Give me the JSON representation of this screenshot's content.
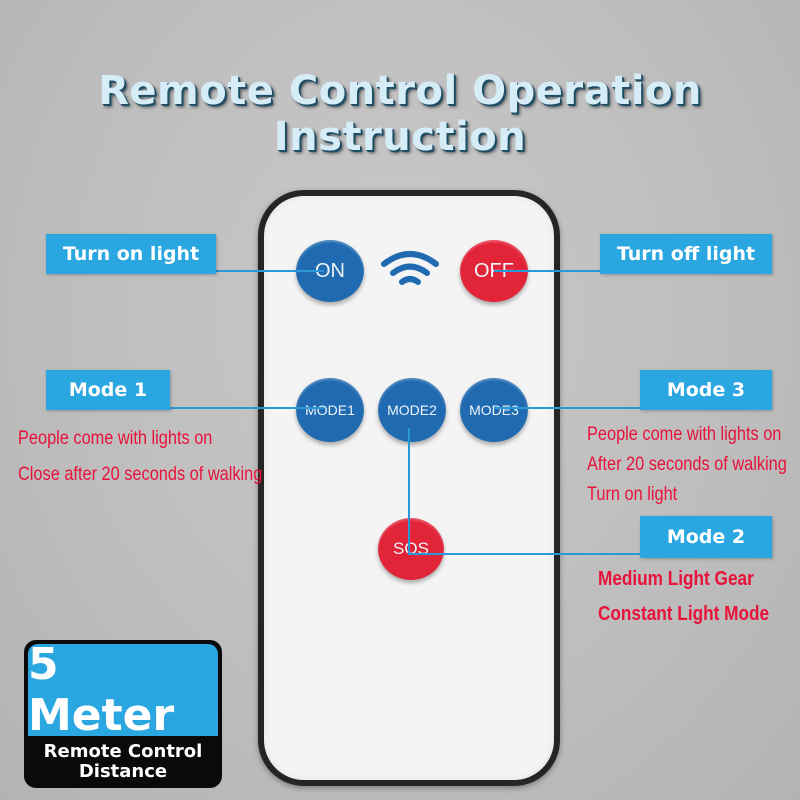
{
  "title": "Remote Control Operation Instruction",
  "remote": {
    "buttons": {
      "on": "ON",
      "off": "OFF",
      "mode1": "MODE1",
      "mode2": "MODE2",
      "mode3": "MODE3",
      "sos": "SOS"
    }
  },
  "labels": {
    "turn_on": "Turn on light",
    "turn_off": "Turn off light",
    "mode1": "Mode 1",
    "mode2": "Mode 2",
    "mode3": "Mode 3"
  },
  "descriptions": {
    "mode1": [
      "People come with lights on",
      "Close after 20 seconds of walking"
    ],
    "mode3": [
      "People come with lights on",
      "After 20 seconds of walking",
      "Turn on light"
    ],
    "mode2": [
      "Medium Light Gear",
      "Constant Light Mode"
    ]
  },
  "distance": {
    "value": "5 Meter",
    "caption_line1": "Remote Control",
    "caption_line2": "Distance"
  },
  "colors": {
    "accent_blue": "#2aa6e0",
    "button_blue": "#1f6ab0",
    "button_red": "#e12438",
    "text_red": "#e8123a"
  }
}
